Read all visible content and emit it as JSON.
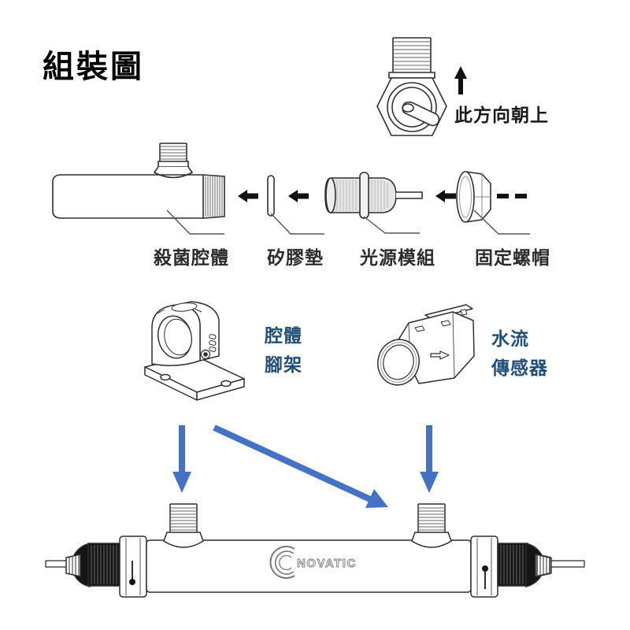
{
  "title": "組裝圖",
  "orientation_view": {
    "note": "此方向朝上"
  },
  "exploded_view": {
    "parts": [
      {
        "id": "sterilization-chamber",
        "label": "殺菌腔體"
      },
      {
        "id": "silicone-pad",
        "label": "矽膠墊"
      },
      {
        "id": "light-source-module",
        "label": "光源模組"
      },
      {
        "id": "fixing-nut",
        "label": "固定螺帽"
      }
    ]
  },
  "accessories": [
    {
      "id": "chamber-bracket",
      "line1": "腔體",
      "line2": "腳架"
    },
    {
      "id": "water-flow-sensor",
      "line1": "水流",
      "line2": "傳感器"
    }
  ],
  "assembled_unit": {
    "brand": "NOVATIC"
  },
  "colors": {
    "arrow_blue": "#4472c4",
    "label_blue": "#1f4e79",
    "line_dark": "#2f2f2f",
    "text_dark": "#2b2b2b"
  }
}
